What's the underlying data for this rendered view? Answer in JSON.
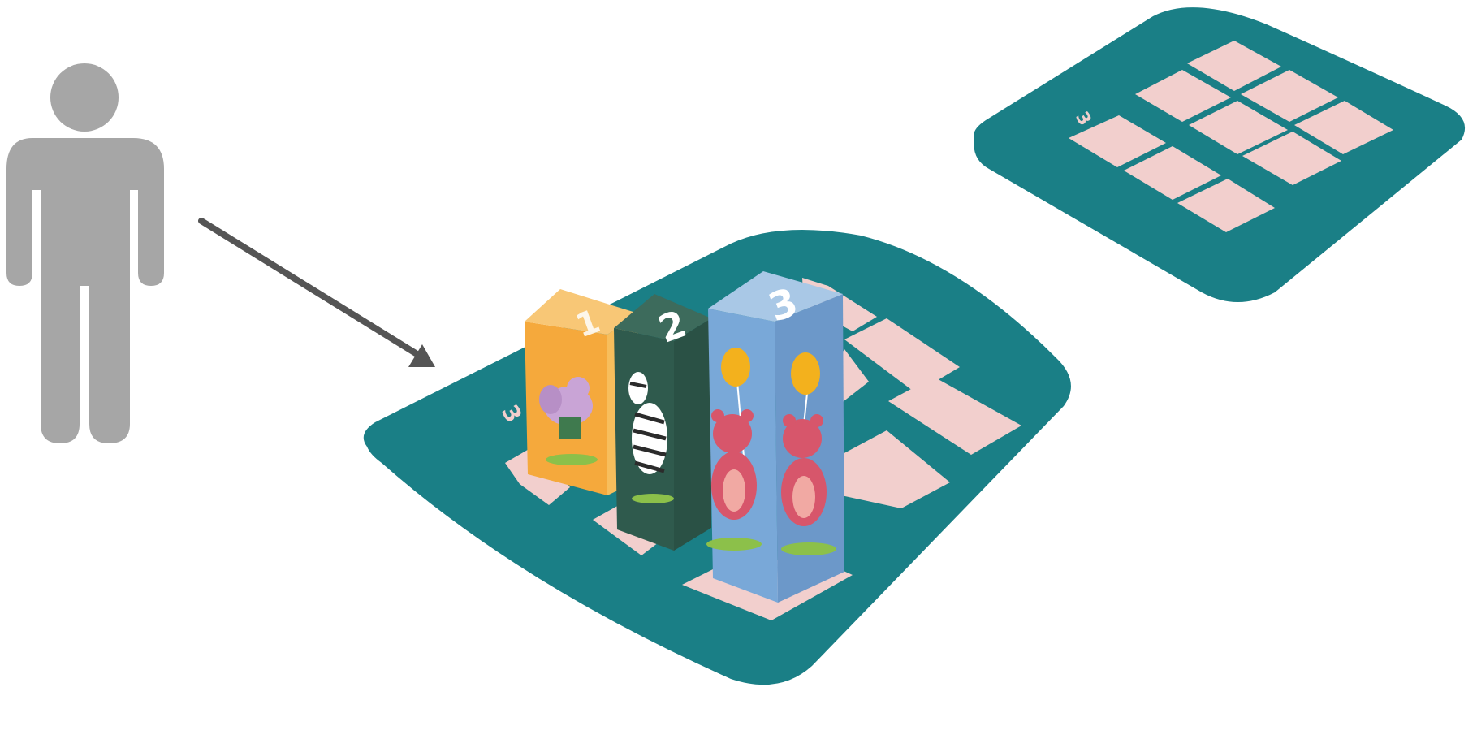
{
  "colors": {
    "background": "#ffffff",
    "person": "#a6a6a6",
    "arrow": "#555555",
    "board": "#1a7f86",
    "board_edge": "#156d73",
    "tile": "#f2cfcd",
    "block_1_front": "#f5a93c",
    "block_1_side": "#f7be5c",
    "block_1_top": "#f8c776",
    "block_2_front": "#2f5a4d",
    "block_2_side": "#2a5145",
    "block_2_top": "#3d6b5c",
    "block_3_front": "#79a8d8",
    "block_3_side": "#6c98c9",
    "block_3_top": "#a9c8e6",
    "bear": "#d7566b",
    "balloon": "#f3b11d",
    "grass": "#8cc04a"
  },
  "icons": {
    "person": "person-icon",
    "arrow": "arrow-icon",
    "elephant": "elephant-icon",
    "zebra": "zebra-icon",
    "bear": "bear-icon",
    "balloon": "balloon-icon"
  },
  "main_board": {
    "corner_number": "3",
    "blocks": [
      {
        "number": "1",
        "animal": "elephant"
      },
      {
        "number": "2",
        "animal": "zebra"
      },
      {
        "number": "3",
        "animal": "bear"
      }
    ]
  },
  "small_board": {
    "corner_number": "3",
    "grid": "3x3"
  }
}
